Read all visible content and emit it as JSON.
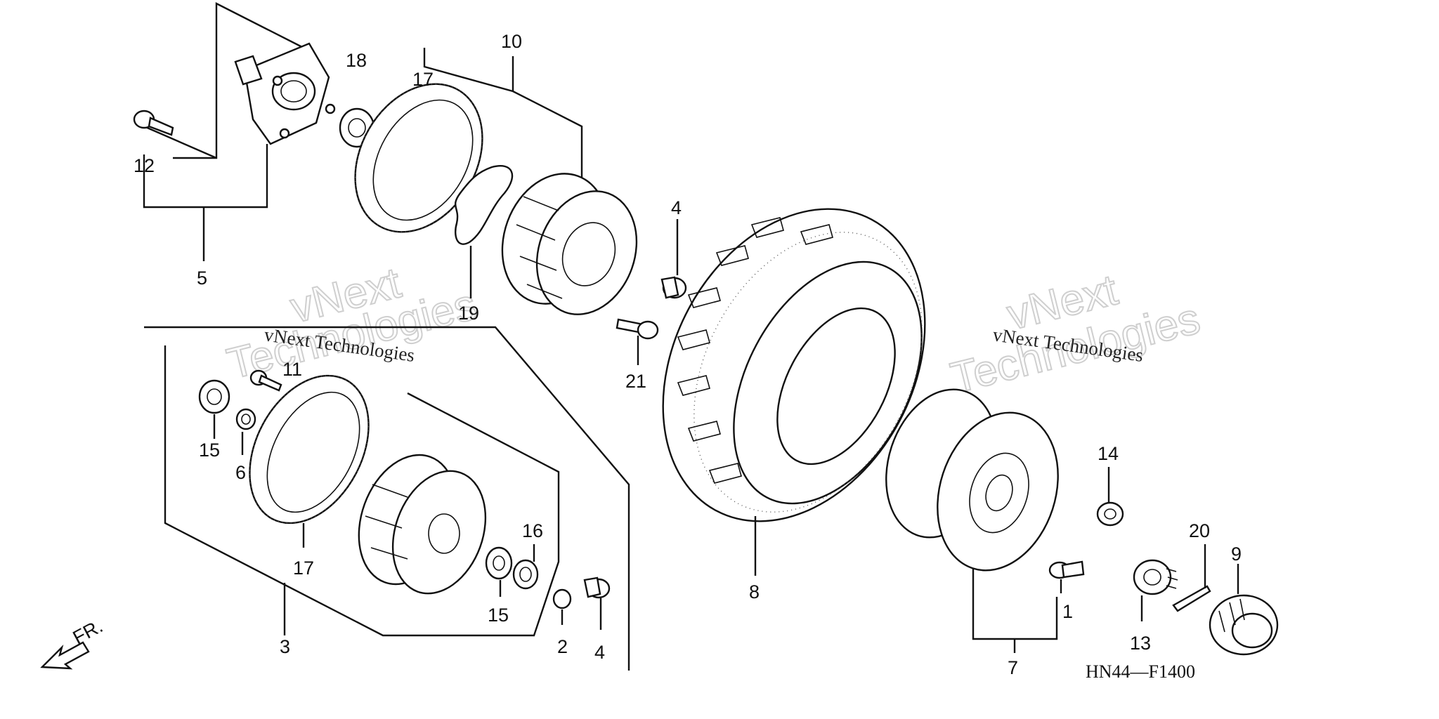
{
  "callouts": [
    "1",
    "2",
    "3",
    "4",
    "4",
    "5",
    "6",
    "7",
    "8",
    "9",
    "10",
    "11",
    "12",
    "13",
    "14",
    "15",
    "15",
    "16",
    "17",
    "17",
    "18",
    "19",
    "20",
    "21"
  ],
  "diagram_code": "HN44—F1400",
  "direction_label": "FR.",
  "watermark": {
    "text_small": "vNext Technologies",
    "text_big_top": "vNext",
    "text_big_bottom": "Technologies"
  }
}
